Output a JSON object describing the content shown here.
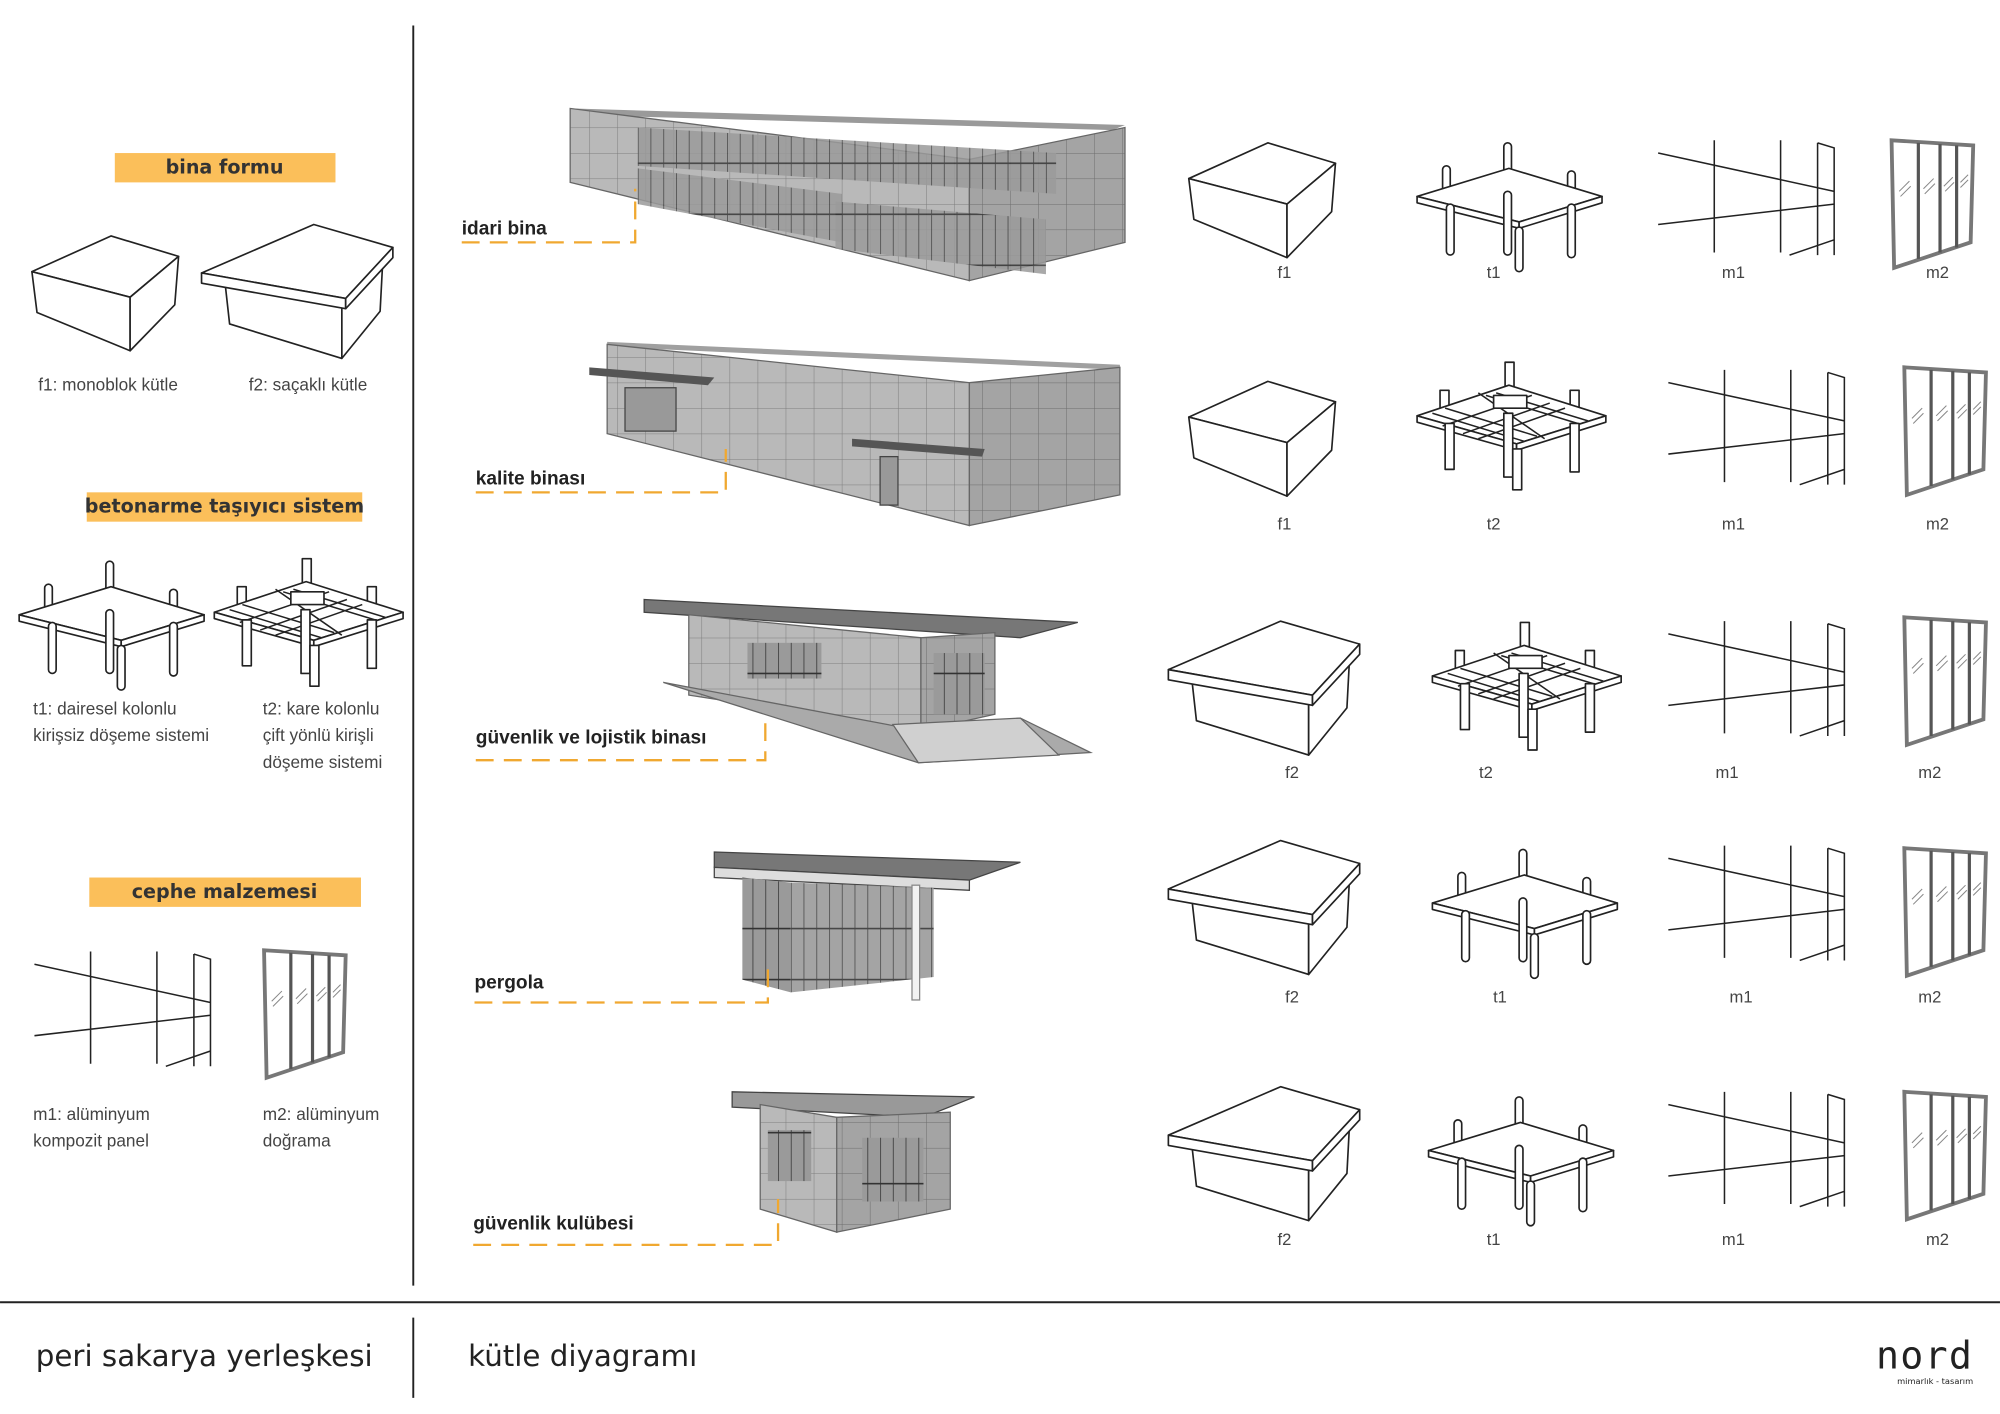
{
  "legend": {
    "form_header": "bina formu",
    "f1_label": "f1: monoblok kütle",
    "f2_label": "f2: saçaklı kütle",
    "structure_header": "betonarme taşıyıcı sistem",
    "t1_label": [
      "t1: dairesel kolonlu",
      "kirişsiz döşeme sistemi"
    ],
    "t2_label": [
      "t2: kare kolonlu",
      "çift yönlü kirişli",
      "döşeme sistemi"
    ],
    "facade_header": "cephe malzemesi",
    "m1_label": [
      "m1: alüminyum",
      "kompozit panel"
    ],
    "m2_label": [
      "m2: alüminyum",
      "doğrama"
    ]
  },
  "buildings": [
    {
      "name": "idari bina",
      "form": "f1",
      "structure": "t1",
      "facade1": "m1",
      "facade2": "m2"
    },
    {
      "name": "kalite binası",
      "form": "f1",
      "structure": "t2",
      "facade1": "m1",
      "facade2": "m2"
    },
    {
      "name": "güvenlik ve lojistik binası",
      "form": "f2",
      "structure": "t2",
      "facade1": "m1",
      "facade2": "m2"
    },
    {
      "name": "pergola",
      "form": "f2",
      "structure": "t1",
      "facade1": "m1",
      "facade2": "m2"
    },
    {
      "name": "güvenlik kulübesi",
      "form": "f2",
      "structure": "t1",
      "facade1": "m1",
      "facade2": "m2"
    }
  ],
  "footer": {
    "project": "peri sakarya yerleşkesi",
    "sheet": "kütle diyagramı",
    "logo_main": "nord",
    "logo_sub": "mimarlık - tasarım"
  },
  "colors": {
    "accent": "#fbbf5a",
    "leader": "#f0a830",
    "building_grey": "#b4b4b4"
  }
}
